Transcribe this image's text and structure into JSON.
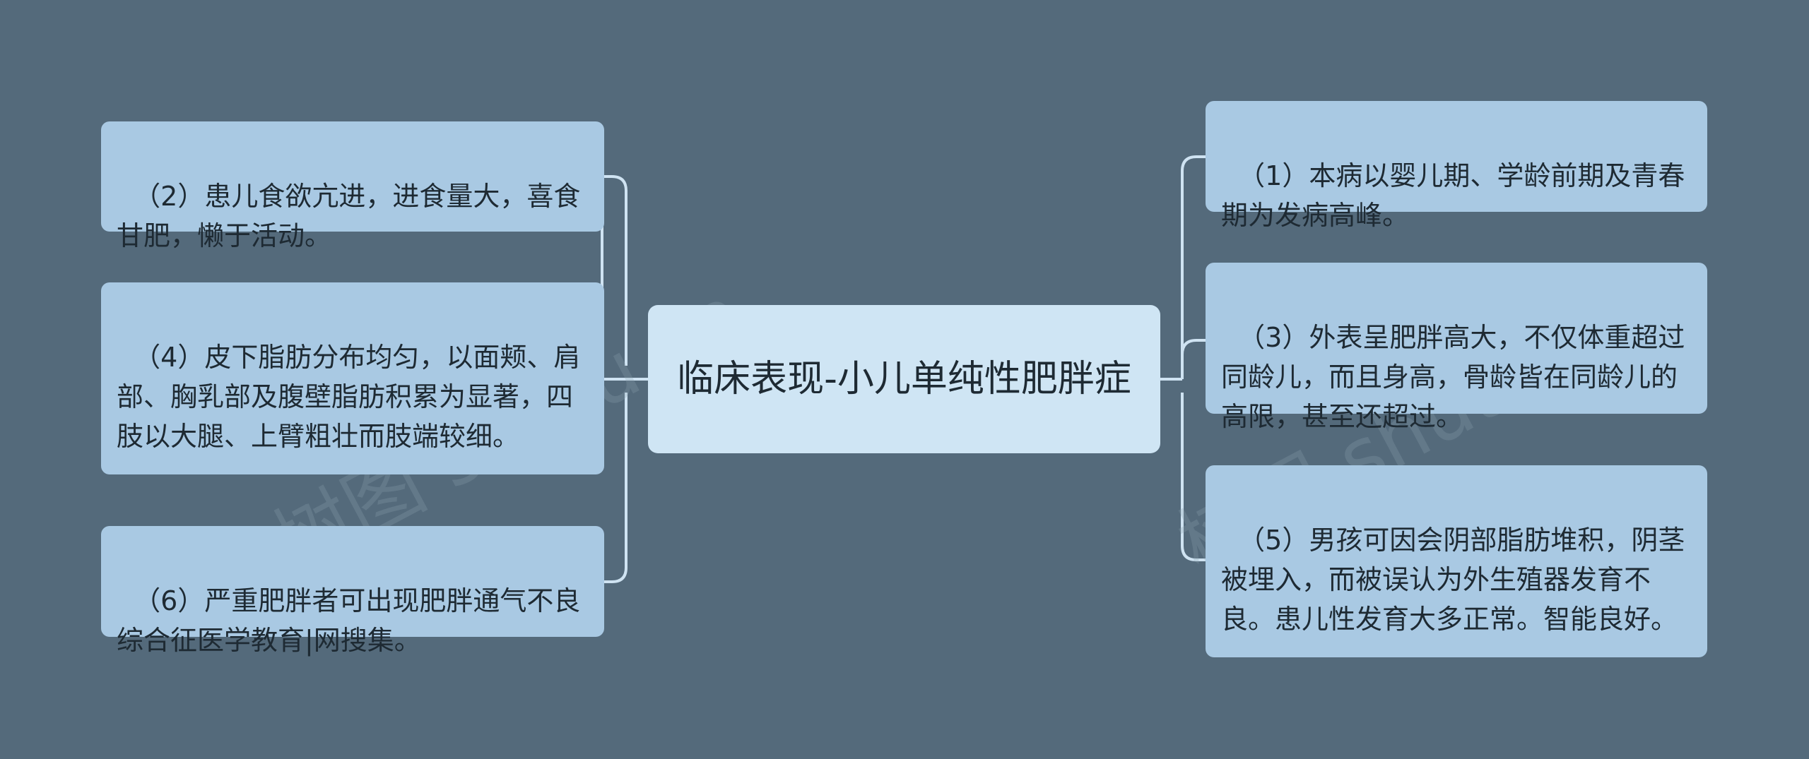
{
  "mindmap": {
    "center": "临床表现-小儿单纯性肥胖症",
    "left_nodes": [
      "（2）患儿食欲亢进，进食量大，喜食甘肥，懒于活动。",
      "（4）皮下脂肪分布均匀，以面颊、肩部、胸乳部及腹壁脂肪积累为显著，四肢以大腿、上臂粗壮而肢端较细。",
      "（6）严重肥胖者可出现肥胖通气不良综合征医学教育|网搜集。"
    ],
    "right_nodes": [
      "（1）本病以婴儿期、学龄前期及青春期为发病高峰。",
      "（3）外表呈肥胖高大，不仅体重超过同龄儿，而且身高，骨龄皆在同龄儿的高限，甚至还超过。",
      "（5）男孩可因会阴部脂肪堆积，阴茎被埋入，而被误认为外生殖器发育不良。患儿性发育大多正常。智能良好。"
    ]
  },
  "watermark": {
    "left": "树图 shutu.cn",
    "right": "树图 shutu.cn"
  },
  "colors": {
    "background": "#546a7b",
    "node_fill": "#a9c9e3",
    "center_fill": "#cfe5f4",
    "connector": "#cfe3f2"
  }
}
